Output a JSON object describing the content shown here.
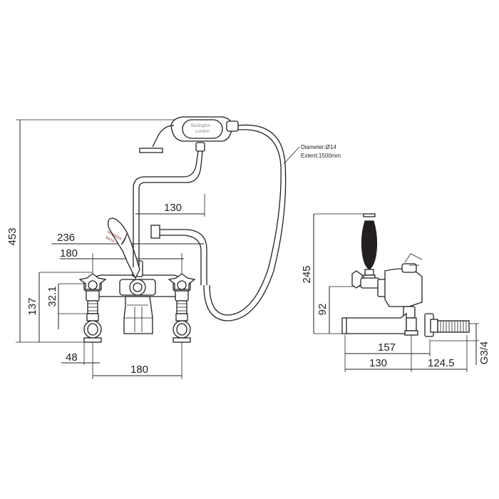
{
  "front_view": {
    "dim_overall_height": "453",
    "dim_handset_reach": "130",
    "dim_width_236": "236",
    "dim_width_180_top": "180",
    "dim_height_137": "137",
    "dim_height_32_1": "32.1",
    "dim_48": "48",
    "dim_centres_180": "180",
    "hose_note_diameter": "Diameter:Ø14",
    "hose_note_extent": "Extent:1500mm",
    "handset_brand": "Burlington",
    "handset_brand_sub": "London",
    "lever_label_line1": "SHOWER",
    "lever_label_line2": "BATH"
  },
  "side_view": {
    "dim_height_245": "245",
    "dim_height_92": "92",
    "dim_spout_157": "157",
    "dim_130": "130",
    "dim_124_5": "124.5",
    "dim_thread": "G3/4"
  }
}
